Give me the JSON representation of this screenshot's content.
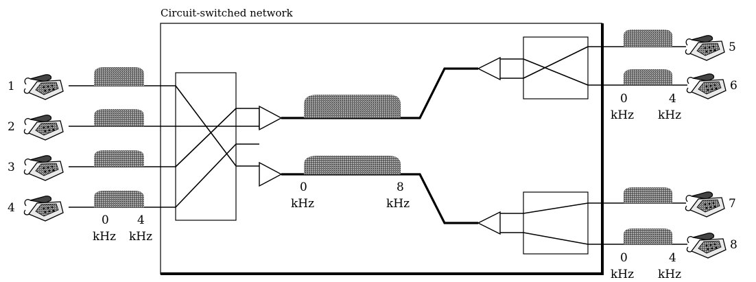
{
  "network": {
    "title": "Circuit-switched network"
  },
  "phones": [
    {
      "id": "1"
    },
    {
      "id": "2"
    },
    {
      "id": "3"
    },
    {
      "id": "4"
    },
    {
      "id": "5"
    },
    {
      "id": "6"
    },
    {
      "id": "7"
    },
    {
      "id": "8"
    }
  ],
  "bands": {
    "local": {
      "low": "0",
      "high": "4",
      "unit": "kHz"
    },
    "trunk": {
      "low": "0",
      "high": "8",
      "unit": "kHz"
    }
  }
}
